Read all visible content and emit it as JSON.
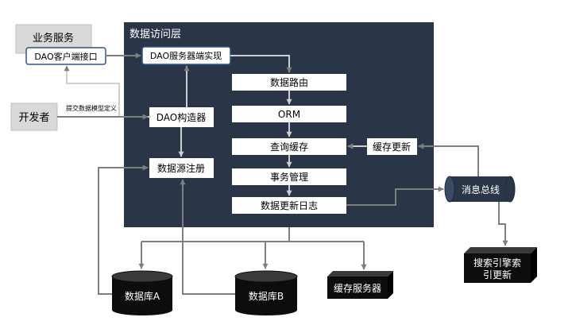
{
  "layer": {
    "title": "数据访问层"
  },
  "nodes": {
    "business_service": "业务服务",
    "dao_client": "DAO客户端接口",
    "dao_server": "DAO服务器端实现",
    "developer": "开发者",
    "developer_edge_label": "提交数据模型定义",
    "dao_builder": "DAO构造器",
    "datasource_registry": "数据源注册",
    "data_routing": "数据路由",
    "orm": "ORM",
    "query_cache": "查询缓存",
    "transaction": "事务管理",
    "update_log": "数据更新日志",
    "cache_update": "缓存更新",
    "message_bus": "消息总线",
    "search_update_line1": "搜索引擎索",
    "search_update_line2": "引更新",
    "db_a": "数据库A",
    "db_b": "数据库B",
    "cache_server": "缓存服务器"
  },
  "colors": {
    "layer_bg": "#2b3548",
    "box_border": "#2e5588",
    "arrow": "#7f7f7f",
    "gray_box": "#d9d9d9",
    "dark_box": "#0d0d0d",
    "bus_edge": "#1f2b40"
  }
}
